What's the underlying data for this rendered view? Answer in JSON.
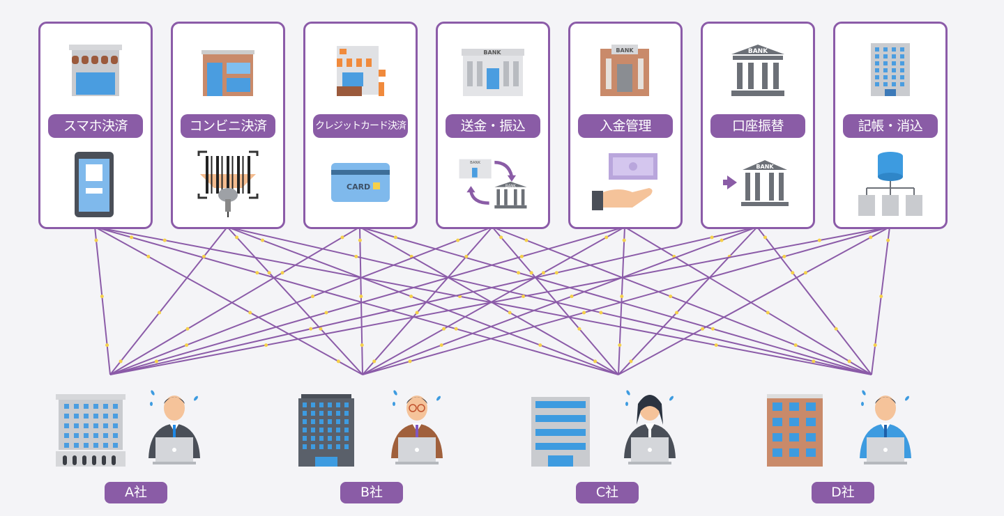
{
  "services": [
    {
      "label": "スマホ決済",
      "top_icon": "storefront-icon",
      "bottom_icon": "smartphone-qr-icon"
    },
    {
      "label": "コンビニ決済",
      "top_icon": "convenience-store-icon",
      "bottom_icon": "barcode-scanner-icon"
    },
    {
      "label": "クレジットカード決済",
      "top_icon": "cafe-shop-icon",
      "bottom_icon": "credit-card-icon",
      "card_text": "CARD"
    },
    {
      "label": "送金・振込",
      "top_icon": "bank-building-icon",
      "bottom_icon": "bank-transfer-icon",
      "bank_text": "BANK"
    },
    {
      "label": "入金管理",
      "top_icon": "bank-building-icon",
      "bottom_icon": "cash-in-hand-icon",
      "bank_text": "BANK"
    },
    {
      "label": "口座振替",
      "top_icon": "bank-icon",
      "bottom_icon": "bank-arrow-icon",
      "bank_text": "BANK"
    },
    {
      "label": "記帳・消込",
      "top_icon": "office-building-icon",
      "bottom_icon": "database-documents-icon"
    }
  ],
  "companies": [
    {
      "label": "A社",
      "suit": "#4a4f58",
      "tie": "#1e88e5"
    },
    {
      "label": "B社",
      "suit": "#a0603c",
      "tie": "#7e57c2"
    },
    {
      "label": "C社",
      "suit": "#4a4f58",
      "tie": "#ffffff"
    },
    {
      "label": "D社",
      "suit": "#3d9be0",
      "tie": "#1e5fa8"
    }
  ],
  "colors": {
    "accent": "#8a5ca6",
    "line": "#8b5ba8",
    "dot": "#f5d04a",
    "background": "#f4f4f7"
  }
}
